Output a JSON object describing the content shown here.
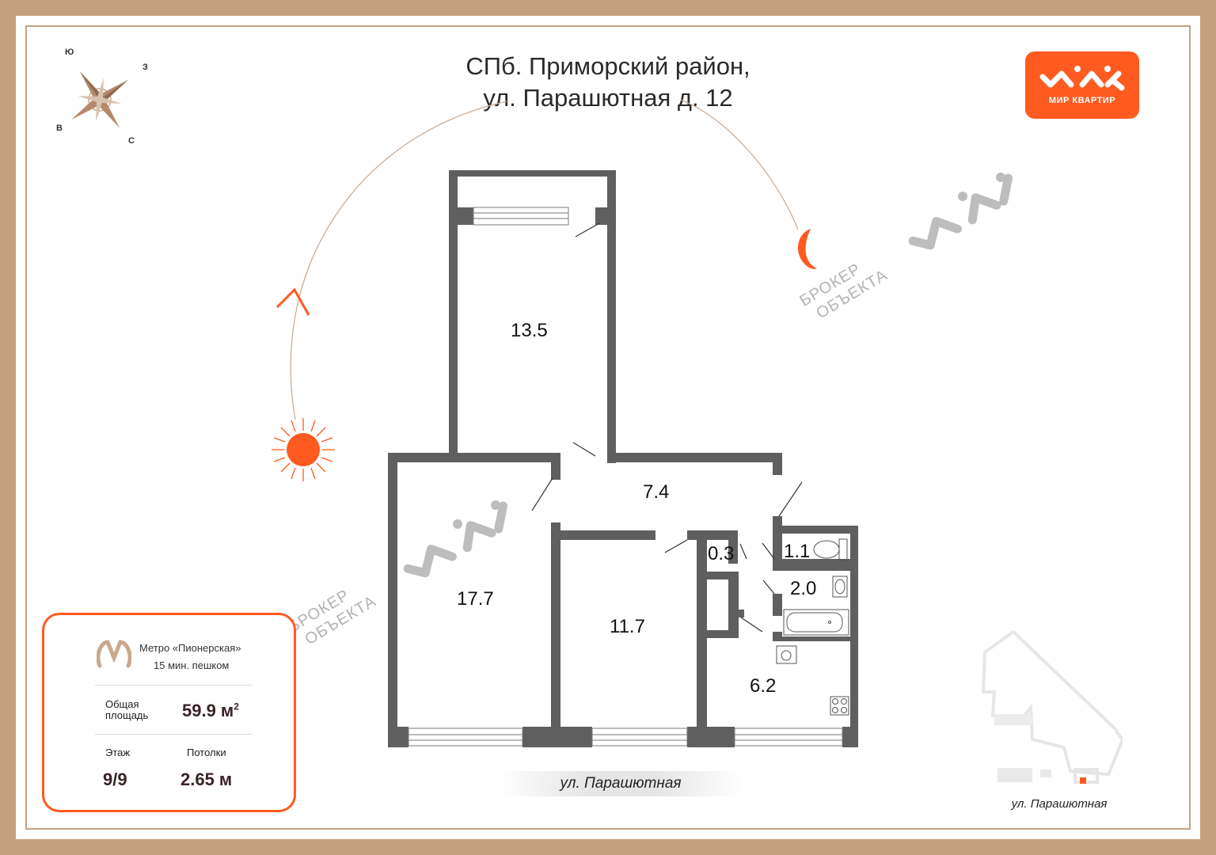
{
  "title": {
    "line1": "СПб. Приморский район,",
    "line2": "ул. Парашютная д. 12"
  },
  "logo": {
    "text": "МИР КВАРТИР",
    "color": "#ff5a1f"
  },
  "compass": {
    "north": "Ю",
    "east": "З",
    "west": "В",
    "south": "С"
  },
  "rooms": [
    {
      "label": "13.5"
    },
    {
      "label": "7.4"
    },
    {
      "label": "17.7"
    },
    {
      "label": "11.7"
    },
    {
      "label": "0.3"
    },
    {
      "label": "1.1"
    },
    {
      "label": "2.0"
    },
    {
      "label": "6.2"
    }
  ],
  "street": "ул. Парашютная",
  "mini_map_street": "ул. Парашютная",
  "watermark": {
    "line1": "БРОКЕР",
    "line2": "ОБЪЕКТА"
  },
  "info": {
    "metro_name": "Метро «Пионерская»",
    "metro_walk": "15 мин. пешком",
    "area_label_1": "Общая",
    "area_label_2": "площадь",
    "area_value": "59.9 м",
    "area_sup": "2",
    "floor_label": "Этаж",
    "floor_value": "9/9",
    "ceiling_label": "Потолки",
    "ceiling_value": "2.65 м"
  },
  "colors": {
    "frame": "#c5a07e",
    "accent": "#ff5a1f",
    "wall": "#5f5f5f"
  }
}
